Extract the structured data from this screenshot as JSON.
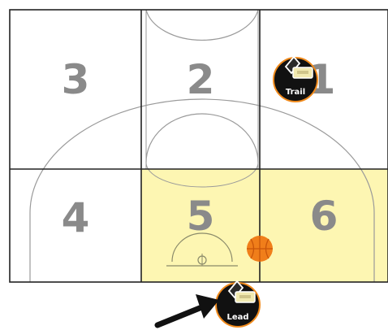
{
  "zones": [
    {
      "number": "3",
      "highlighted": false
    },
    {
      "number": "2",
      "highlighted": false
    },
    {
      "number": "1",
      "highlighted": false
    },
    {
      "number": "4",
      "highlighted": false
    },
    {
      "number": "5",
      "highlighted": true
    },
    {
      "number": "6",
      "highlighted": true
    }
  ],
  "officials": {
    "trail": {
      "label": "Trail",
      "icon": "whistle-icon"
    },
    "lead": {
      "label": "Lead",
      "icon": "whistle-icon"
    }
  },
  "ball": {
    "icon": "basketball-icon"
  },
  "pointer": {
    "icon": "arrow-icon"
  },
  "colors": {
    "highlight": "#fdf6b2",
    "court_line": "#222222",
    "arc_line": "#9a9a9a",
    "number": "#8a8a8a",
    "badge": "#111111",
    "badge_ring": "#f08a1c",
    "ball": "#f07e1a"
  }
}
